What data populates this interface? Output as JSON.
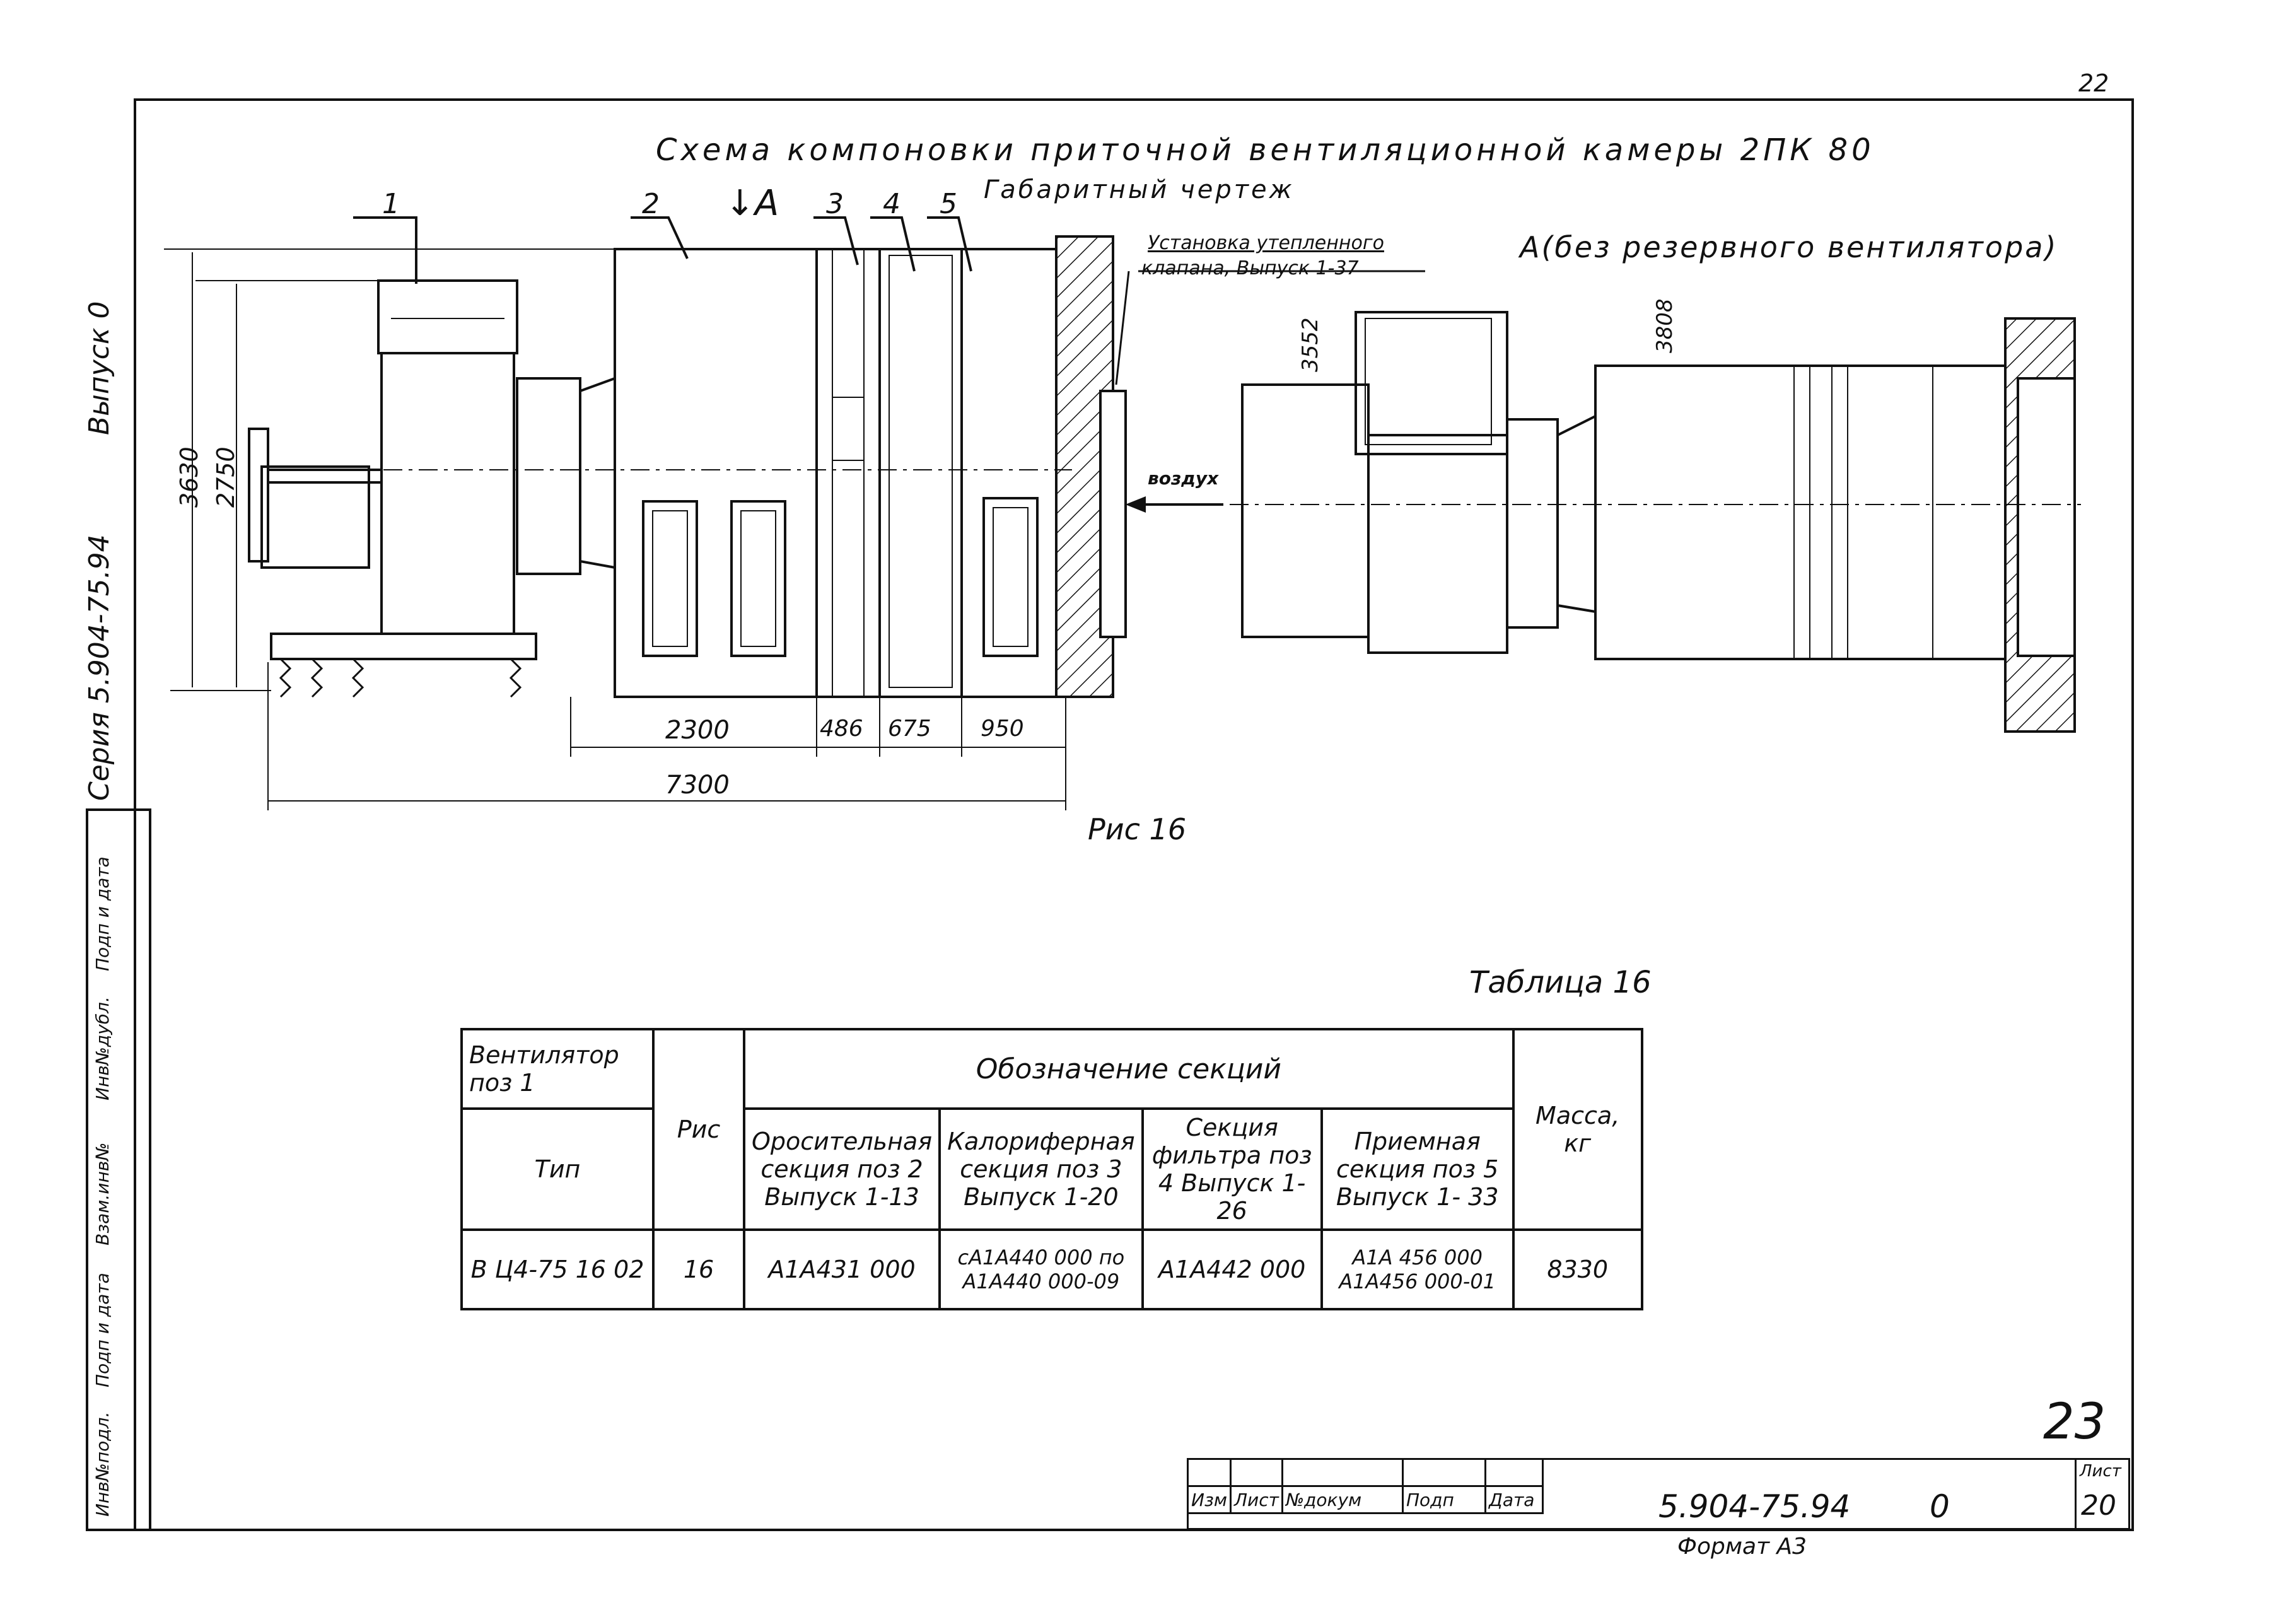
{
  "sheet": {
    "corner_number": "22",
    "title_line1": "Схема компоновки приточной вентиляционной камеры 2ПК 80",
    "title_line2": "Габаритный чертеж",
    "view_marker": "↓А",
    "view_title": "А(без резервного вентилятора)",
    "figure_caption": "Рис 16",
    "table_caption": "Таблица 16",
    "valve_note_line1": "Установка утепленного",
    "valve_note_line2": "клапана, Выпуск 1-37",
    "air_label": "воздух",
    "page_number": "23"
  },
  "side_stamp": {
    "series": "Серия 5.904-75.94",
    "issue": "Выпуск 0",
    "fields": [
      "Инв№подл.",
      "Подп и дата",
      "Взам.инв№",
      "Инв№дубл.",
      "Подп и дата"
    ]
  },
  "positions": [
    "1",
    "2",
    "3",
    "4",
    "5"
  ],
  "dimensions": {
    "height_total": "3630",
    "height_inner": "2750",
    "sec2": "2300",
    "sec3": "486",
    "sec4": "675",
    "sec5": "950",
    "length_total": "7300",
    "view_a_height1": "3552",
    "view_a_height2": "3808"
  },
  "table": {
    "fan_header": "Вентилятор поз 1",
    "type_header": "Тип",
    "fig_header": "Рис",
    "sections_header": "Обозначение секций",
    "mass_header": "Масса, кг",
    "col_irrig": "Оросительная секция поз 2 Выпуск 1-13",
    "col_heater": "Калориферная секция поз 3 Выпуск 1-20",
    "col_filter": "Секция фильтра поз 4 Выпуск 1- 26",
    "col_intake": "Приемная секция поз 5 Выпуск 1- 33",
    "row": {
      "type": "В Ц4-75 16 02",
      "fig": "16",
      "irrig": "А1А431 000",
      "heater_l1": "сА1А440 000 по",
      "heater_l2": "А1А440 000-09",
      "filter": "А1А442 000",
      "intake_l1": "А1А 456 000",
      "intake_l2": "А1А456 000-01",
      "mass": "8330"
    }
  },
  "title_block": {
    "cols": [
      "Изм",
      "Лист",
      "№докум",
      "Подп",
      "Дата"
    ],
    "doc_code": "5.904-75.94",
    "issue_code": "0",
    "sheet_label": "Лист",
    "sheet_no": "20",
    "format": "Формат А3"
  }
}
